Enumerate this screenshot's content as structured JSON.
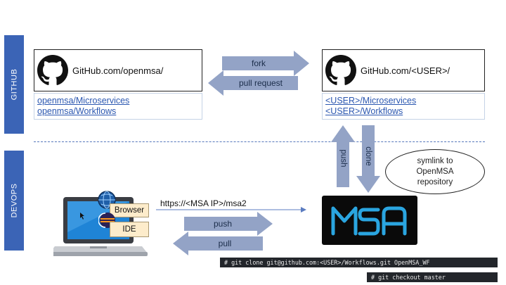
{
  "sidebar": {
    "github_label": "GITHUB",
    "devops_label": "DEVOPS"
  },
  "upstream": {
    "title": "GitHub.com/openmsa/",
    "links": [
      "openmsa/Microservices",
      "openmsa/Workflows"
    ]
  },
  "fork_repo": {
    "title": "GitHub.com/<USER>/",
    "links": [
      "<USER>/Microservices",
      "<USER>/Workflows"
    ]
  },
  "arrows": {
    "fork": "fork",
    "pull_request": "pull request",
    "push_vertical": "push",
    "clone_vertical": "clone",
    "push_horizontal": "push",
    "pull_horizontal": "pull"
  },
  "note": {
    "line1": "symlink to",
    "line2": "OpenMSA",
    "line3": "repository"
  },
  "devops": {
    "url": "https://<MSA IP>/msa2",
    "browser_label": "Browser",
    "ide_label": "IDE"
  },
  "terminal": {
    "line1": "# git clone git@github.com:<USER>/Workflows.git OpenMSA_WF",
    "line2": "# git checkout master"
  },
  "colors": {
    "band": "#3b64b6",
    "arrow": "#93a3c6",
    "terminal_bg": "#23262b",
    "link": "#2b57b0",
    "msa_logo": "#2aa5e0"
  }
}
